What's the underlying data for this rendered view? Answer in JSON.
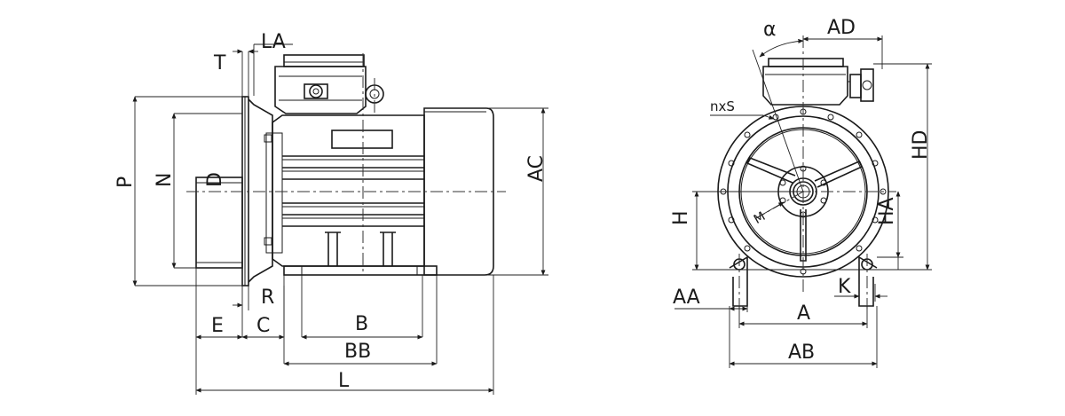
{
  "side_view": {
    "labels": {
      "T": "T",
      "LA": "LA",
      "P": "P",
      "N": "N",
      "D": "D",
      "AC": "AC",
      "R": "R",
      "E": "E",
      "C": "C",
      "B": "B",
      "BB": "BB",
      "L": "L"
    }
  },
  "front_view": {
    "labels": {
      "alpha": "α",
      "AD": "AD",
      "nxS": "nxS",
      "HD": "HD",
      "M": "M",
      "H": "H",
      "HA": "HA",
      "K": "K",
      "AA": "AA",
      "A": "A",
      "AB": "AB"
    }
  }
}
